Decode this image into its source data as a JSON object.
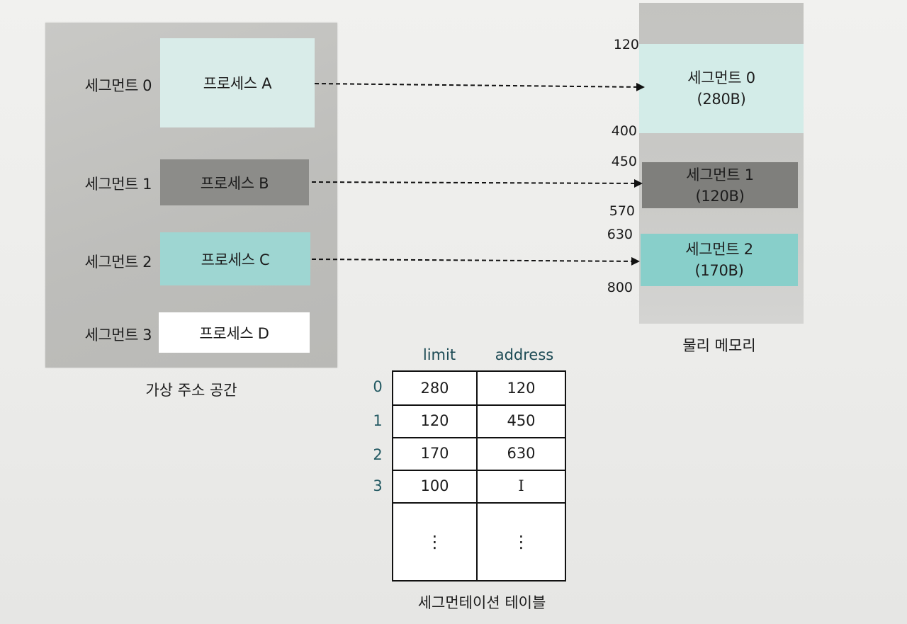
{
  "virtual_space": {
    "caption": "가상 주소 공간",
    "segments": [
      {
        "label": "세그먼트 0",
        "process": "프로세스 A",
        "color": "#d9ece9"
      },
      {
        "label": "세그먼트 1",
        "process": "프로세스 B",
        "color": "#8c8c89"
      },
      {
        "label": "세그먼트 2",
        "process": "프로세스 C",
        "color": "#9ed6d2"
      },
      {
        "label": "세그먼트 3",
        "process": "프로세스 D",
        "color": "#ffffff"
      }
    ]
  },
  "physical_memory": {
    "caption": "물리 메모리",
    "blocks": [
      {
        "name": "세그먼트 0",
        "size": "(280B)",
        "color": "#d3ece8"
      },
      {
        "name": "세그먼트 1",
        "size": "(120B)",
        "color": "#7f7f7c"
      },
      {
        "name": "세그먼트 2",
        "size": "(170B)",
        "color": "#88cfca"
      }
    ],
    "addresses": [
      "120",
      "400",
      "450",
      "570",
      "630",
      "800"
    ]
  },
  "segment_table": {
    "caption": "세그먼테이션 테이블",
    "headers": {
      "limit": "limit",
      "address": "address"
    },
    "rows": [
      {
        "index": "0",
        "limit": "280",
        "address": "120"
      },
      {
        "index": "1",
        "limit": "120",
        "address": "450"
      },
      {
        "index": "2",
        "limit": "170",
        "address": "630"
      },
      {
        "index": "3",
        "limit": "100",
        "address": "I"
      }
    ],
    "ellipsis": "⋮"
  }
}
